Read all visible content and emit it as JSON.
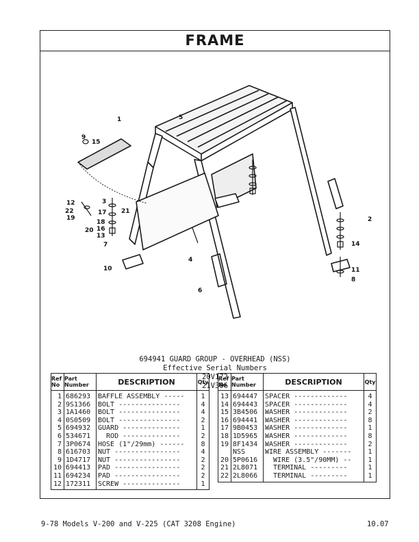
{
  "page_title": "FRAME",
  "caption": {
    "line1": "694941 GUARD GROUP - OVERHEAD (NSS)",
    "line2": "Effective Serial Numbers",
    "line3": "20V172",
    "line4": "21V306"
  },
  "table_headers": {
    "ref_line1": "Ref",
    "ref_line2": "No",
    "part_line1": "Part",
    "part_line2": "Number",
    "description": "DESCRIPTION",
    "qty": "Qty"
  },
  "parts_left": [
    {
      "ref": "1",
      "part": "686293",
      "desc": "BAFFLE ASSEMBLY -----",
      "qty": "1"
    },
    {
      "ref": "2",
      "part": "9S1366",
      "desc": "BOLT ---------------",
      "qty": "4"
    },
    {
      "ref": "3",
      "part": "1A1460",
      "desc": "BOLT ---------------",
      "qty": "4"
    },
    {
      "ref": "4",
      "part": "0S0509",
      "desc": "BOLT ---------------",
      "qty": "2"
    },
    {
      "ref": "5",
      "part": "694932",
      "desc": "GUARD --------------",
      "qty": "1"
    },
    {
      "ref": "6",
      "part": "534671",
      "desc": "  ROD --------------",
      "qty": "2"
    },
    {
      "ref": "7",
      "part": "3P0674",
      "desc": "HOSE (1\"/29mm) ------",
      "qty": "8"
    },
    {
      "ref": "8",
      "part": "616703",
      "desc": "NUT ----------------",
      "qty": "4"
    },
    {
      "ref": "9",
      "part": "1D4717",
      "desc": "NUT ----------------",
      "qty": "2"
    },
    {
      "ref": "10",
      "part": "694413",
      "desc": "PAD ----------------",
      "qty": "2"
    },
    {
      "ref": "11",
      "part": "694234",
      "desc": "PAD ----------------",
      "qty": "2"
    },
    {
      "ref": "12",
      "part": "172311",
      "desc": "SCREW --------------",
      "qty": "1"
    }
  ],
  "parts_right": [
    {
      "ref": "13",
      "part": "694447",
      "desc": "SPACER -------------",
      "qty": "4"
    },
    {
      "ref": "14",
      "part": "694443",
      "desc": "SPACER -------------",
      "qty": "4"
    },
    {
      "ref": "15",
      "part": "3B4506",
      "desc": "WASHER -------------",
      "qty": "2"
    },
    {
      "ref": "16",
      "part": "694441",
      "desc": "WASHER -------------",
      "qty": "8"
    },
    {
      "ref": "17",
      "part": "9B0453",
      "desc": "WASHER -------------",
      "qty": "1"
    },
    {
      "ref": "18",
      "part": "1D5965",
      "desc": "WASHER -------------",
      "qty": "8"
    },
    {
      "ref": "19",
      "part": "8F1434",
      "desc": "WASHER -------------",
      "qty": "2"
    },
    {
      "ref": "",
      "part": "NSS",
      "desc": "WIRE ASSEMBLY -------",
      "qty": "1"
    },
    {
      "ref": "20",
      "part": "5P0616",
      "desc": "  WIRE (3.5\"/90MM) --",
      "qty": "1"
    },
    {
      "ref": "21",
      "part": "2L8071",
      "desc": "  TERMINAL ---------",
      "qty": "1"
    },
    {
      "ref": "22",
      "part": "2L8066",
      "desc": "  TERMINAL ---------",
      "qty": "1"
    }
  ],
  "callouts": [
    "1",
    "2",
    "3",
    "4",
    "5",
    "6",
    "7",
    "8",
    "9",
    "10",
    "11",
    "12",
    "13",
    "14",
    "15",
    "16",
    "17",
    "18",
    "19",
    "20",
    "21",
    "22"
  ],
  "footer": {
    "left": "9-78  Models V-200 and V-225 (CAT 3208 Engine)",
    "right": "10.07"
  }
}
